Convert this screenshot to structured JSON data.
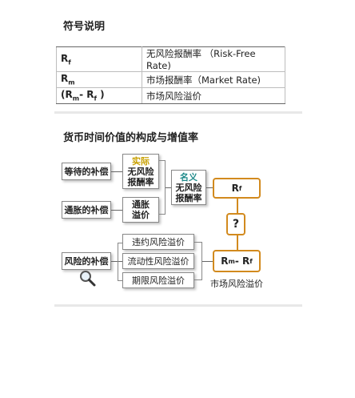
{
  "section1": {
    "title": "符号说明",
    "rows": [
      {
        "symbol": "R",
        "sub": "f",
        "desc": "无风险报酬率 （Risk-Free Rate)"
      },
      {
        "symbol": "R",
        "sub": "m",
        "desc": "市场报酬率（Market Rate)"
      },
      {
        "symbol": "(R",
        "sub": "m",
        "symbol_tail": "- R",
        "sub2": "f",
        "symbol_end": " )",
        "desc": "市场风险溢价"
      }
    ]
  },
  "section2": {
    "title": "货币时间价值的构成与增值率",
    "wait_comp": "等待的补偿",
    "infl_comp": "通胀的补偿",
    "risk_comp": "风险的补偿",
    "real_label": "实际",
    "real_rate_1": "无风险",
    "real_rate_2": "报酬率",
    "infl_prem_1": "通胀",
    "infl_prem_2": "溢价",
    "nominal_label": "名义",
    "nominal_rate_1": "无风险",
    "nominal_rate_2": "报酬率",
    "rf_box": {
      "symbol": "R",
      "sub": "f"
    },
    "question": "?",
    "rm_rf_box": {
      "a": "R",
      "a_sub": "m",
      "mid": "- R",
      "b_sub": "f"
    },
    "default_prem": "违约风险溢价",
    "liquidity_prem": "流动性风险溢价",
    "maturity_prem": "期限风险溢价",
    "market_prem_label": "市场风险溢价"
  },
  "colors": {
    "accent_orange": "#d28a1e",
    "real_gold": "#c8a000",
    "nominal_teal": "#1e8a8a"
  }
}
